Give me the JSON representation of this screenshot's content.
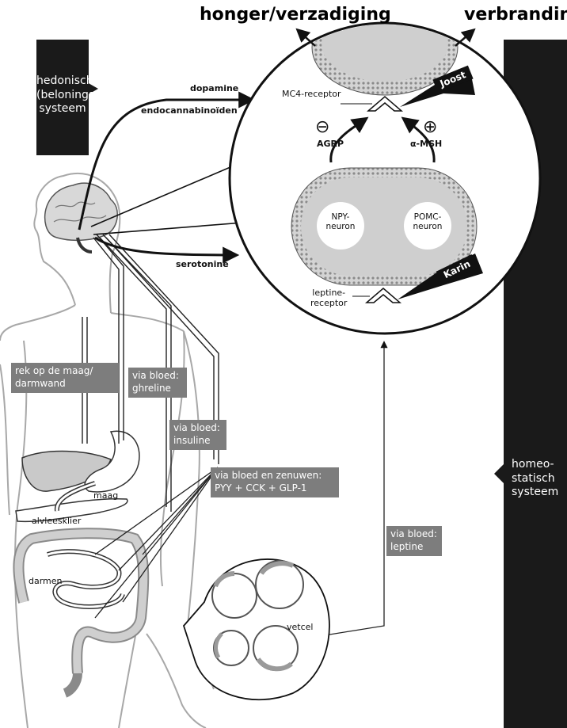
{
  "titles": {
    "hunger": "honger/verzadiging",
    "burn": "verbranding"
  },
  "hedonic_system": {
    "label_line1": "hedonisch",
    "label_line2": "(belonings-)",
    "label_line3": "systeem"
  },
  "homeostatic_system": {
    "label_line1": "homeo-",
    "label_line2": "statisch",
    "label_line3": "systeem"
  },
  "signals": {
    "dopamine": "dopamine",
    "endocannabinoids": "endocannabinoïden",
    "serotonin": "serotonine"
  },
  "neuron_circle": {
    "mc4_receptor": "MC4-receptor",
    "joost_tag": "Joost",
    "minus_sign": "⊖",
    "plus_sign": "⊕",
    "agrp": "AGRP",
    "amsh": "α-MSH",
    "npy_line1": "NPY-",
    "npy_line2": "neuron",
    "pomc_line1": "POMC-",
    "pomc_line2": "neuron",
    "karin_tag": "Karin",
    "leptin_receptor_line1": "leptine-",
    "leptin_receptor_line2": "receptor"
  },
  "grey_labels": {
    "stretch_line1": "rek op de maag/",
    "stretch_line2": "darmwand",
    "ghrelin_line1": "via bloed:",
    "ghrelin_line2": "ghreline",
    "insulin_line1": "via bloed:",
    "insulin_line2": "insuline",
    "pyy_line1": "via bloed en zenuwen:",
    "pyy_line2": "PYY + CCK + GLP-1",
    "leptin_line1": "via bloed:",
    "leptin_line2": "leptine"
  },
  "organs": {
    "stomach": "maag",
    "pancreas": "alvleesklier",
    "intestines": "darmen",
    "fat_cell": "vetcel"
  },
  "colors": {
    "black": "#1a1a1a",
    "grey_label": "#7d7d7d",
    "body_outline": "#a8a8a8",
    "organ_fill": "#c9c9c9"
  }
}
